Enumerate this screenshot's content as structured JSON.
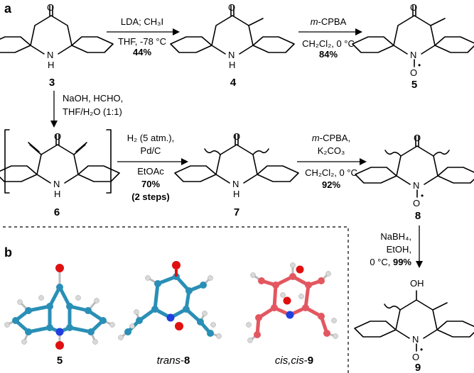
{
  "panels": {
    "a": "a",
    "b": "b"
  },
  "compounds": {
    "c3": "3",
    "c4": "4",
    "c5": "5",
    "c6": "6",
    "c7": "7",
    "c8": "8",
    "c9": "9"
  },
  "atoms": {
    "N": "N",
    "H": "H",
    "O": "O",
    "OH": "OH",
    "radical": "•"
  },
  "steps": {
    "s1": {
      "above": "LDA; CH₃I",
      "below1": "THF, -78 °C",
      "yield": "44%"
    },
    "s2": {
      "above_italic": "m",
      "above_rest": "-CPBA",
      "below": "CH₂Cl₂, 0 °C",
      "yield": "84%"
    },
    "s3": {
      "line1": "NaOH, HCHO,",
      "line2": "THF/H₂O (1:1)"
    },
    "s4": {
      "line1": "H₂ (5 atm.),",
      "line2": "Pd/C",
      "line3": "EtOAc",
      "yield": "70%",
      "note": "(2 steps)"
    },
    "s5": {
      "line1_italic": "m",
      "line1_rest": "-CPBA,",
      "line2": "K₂CO₃",
      "line3": "CH₂Cl₂, 0 °C",
      "yield": "92%"
    },
    "s6": {
      "line1": "NaBH₄,",
      "line2": "EtOH,",
      "line3_prefix": "0 °C, ",
      "yield": "99%"
    }
  },
  "structures_panel_b": {
    "m1": {
      "label": "5"
    },
    "m2": {
      "label_italic": "trans",
      "label_suffix": "-",
      "label_bold": "8"
    },
    "m3": {
      "label_italic": "cis,cis",
      "label_suffix": "-",
      "label_bold": "9"
    }
  },
  "colors": {
    "carbon_blue": "#2a8fb6",
    "carbon_red": "#e35760",
    "hydrogen": "#d9d9d9",
    "oxygen": "#e01010",
    "nitrogen": "#1f3fe0"
  }
}
